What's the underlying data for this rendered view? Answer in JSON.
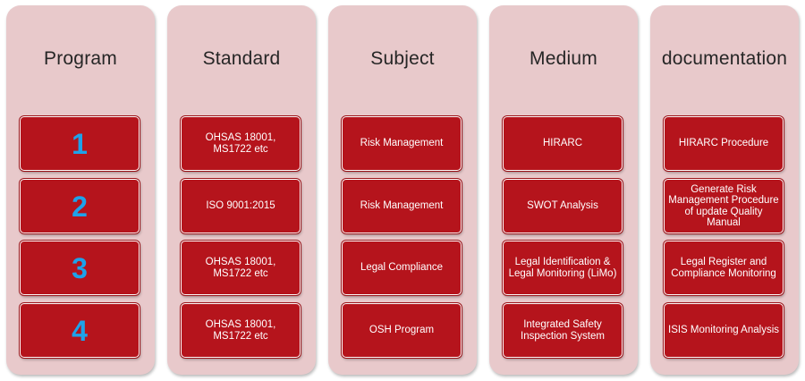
{
  "columns": [
    {
      "title": "Program",
      "items": [
        "1",
        "2",
        "3",
        "4"
      ]
    },
    {
      "title": "Standard",
      "items": [
        "OHSAS 18001, MS1722 etc",
        "ISO 9001:2015",
        "OHSAS 18001, MS1722 etc",
        "OHSAS 18001, MS1722 etc"
      ]
    },
    {
      "title": "Subject",
      "items": [
        "Risk Management",
        "Risk Management",
        "Legal Compliance",
        "OSH Program"
      ]
    },
    {
      "title": "Medium",
      "items": [
        "HIRARC",
        "SWOT Analysis",
        "Legal Identification & Legal Monitoring (LiMo)",
        "Integrated Safety Inspection System"
      ]
    },
    {
      "title": "documentation",
      "items": [
        "HIRARC Procedure",
        "Generate Risk Management Procedure of update Quality Manual",
        "Legal Register and Compliance Monitoring",
        "ISIS Monitoring Analysis"
      ]
    }
  ],
  "colors": {
    "panel": "#e8c9cb",
    "cell": "#b5141c",
    "number": "#1ea2ea",
    "title_text": "#262626"
  }
}
